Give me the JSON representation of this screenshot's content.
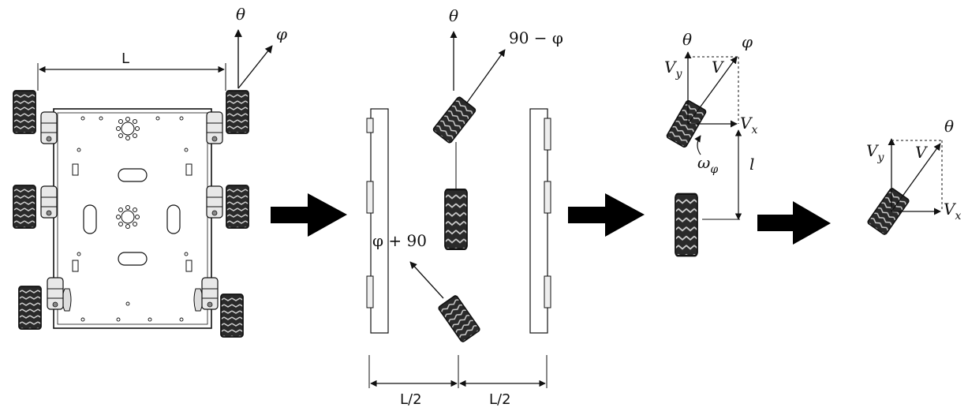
{
  "panel1": {
    "width_label": "L",
    "theta": "θ",
    "phi": "φ"
  },
  "panel2": {
    "theta": "θ",
    "angle_top": "90 − φ",
    "angle_bottom": "φ + 90",
    "half_left": "L/2",
    "half_right": "L/2"
  },
  "panel3": {
    "theta": "θ",
    "phi": "φ",
    "vy": "V",
    "vy_sub": "y",
    "v": "V",
    "vx": "V",
    "vx_sub": "x",
    "omega": "ω",
    "omega_sub": "φ",
    "l": "l"
  },
  "panel4": {
    "theta": "θ",
    "vy": "V",
    "vy_sub": "y",
    "v": "V",
    "vx": "V",
    "vx_sub": "x"
  }
}
